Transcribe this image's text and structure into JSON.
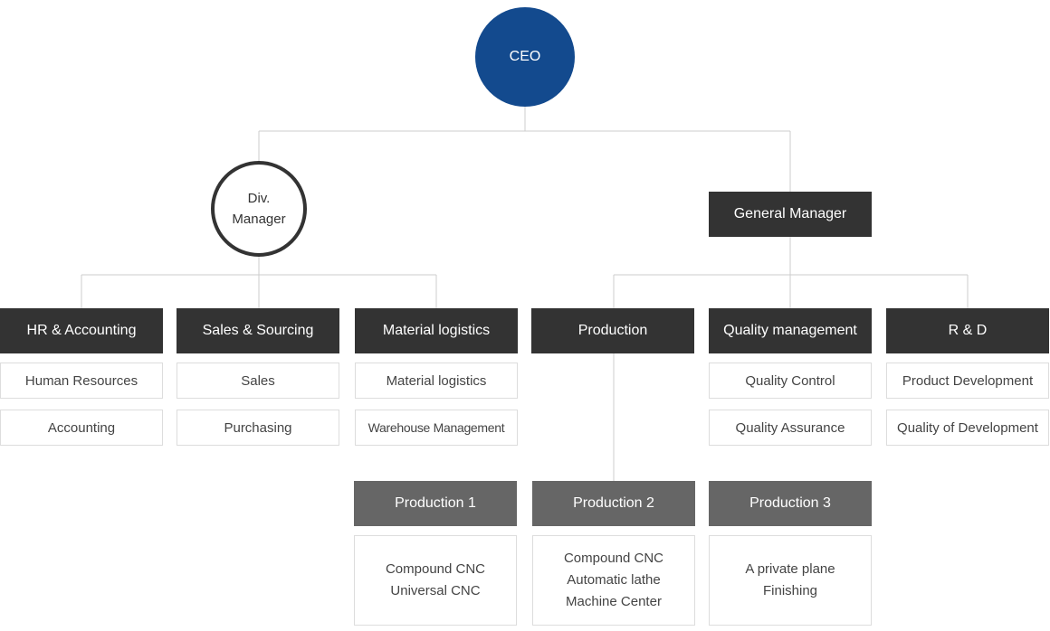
{
  "ceo": {
    "label": "CEO",
    "color": "#134a8e"
  },
  "div_manager": {
    "line1": "Div.",
    "line2": "Manager"
  },
  "general_manager": {
    "label": "General Manager"
  },
  "departments": {
    "hr": {
      "label": "HR & Accounting",
      "items": [
        "Human Resources",
        "Accounting"
      ]
    },
    "sales": {
      "label": "Sales & Sourcing",
      "items": [
        "Sales",
        "Purchasing"
      ]
    },
    "material": {
      "label": "Material logistics",
      "items": [
        "Material logistics",
        "Warehouse Management"
      ]
    },
    "production": {
      "label": "Production"
    },
    "quality": {
      "label": "Quality management",
      "items": [
        "Quality Control",
        "Quality Assurance"
      ]
    },
    "rnd": {
      "label": "R & D",
      "items": [
        "Product Development",
        "Quality of Development"
      ]
    }
  },
  "production_lines": [
    {
      "label": "Production 1",
      "items": [
        "Compound CNC",
        "Universal CNC"
      ]
    },
    {
      "label": "Production 2",
      "items": [
        "Compound CNC",
        "Automatic lathe",
        "Machine Center"
      ]
    },
    {
      "label": "Production 3",
      "items": [
        "A private plane",
        "Finishing"
      ]
    }
  ],
  "colors": {
    "dark_box": "#333333",
    "mid_box": "#666666",
    "connector": "#cccccc",
    "sub_border": "#dddddd"
  }
}
